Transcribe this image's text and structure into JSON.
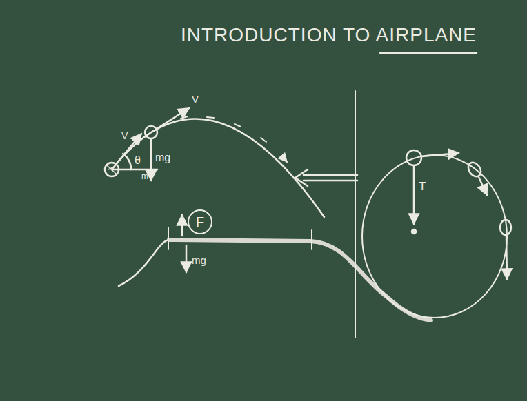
{
  "diagram": {
    "title": "INTRODUCTION TO AIRPLANE",
    "nodes": [
      {
        "text": [
          "F"
        ]
      }
    ],
    "labels": [
      "V",
      "V",
      "mg",
      "θ",
      "m",
      "T",
      "mg"
    ]
  }
}
